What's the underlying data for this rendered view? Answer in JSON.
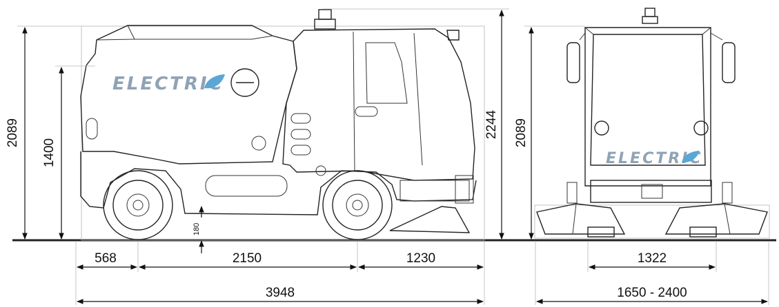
{
  "brand": {
    "badge_text": "ELECTRIC",
    "badge_color": "#8fa3b5",
    "leaf_color": "#5aa7d6"
  },
  "side_view": {
    "height_total": "2089",
    "height_body": "1400",
    "height_beacon": "2244",
    "ground_clearance": "180",
    "front_overhang": "568",
    "wheelbase": "2150",
    "rear_overhang": "1230",
    "overall_length": "3948"
  },
  "front_view": {
    "height_total": "2089",
    "track_width": "1322",
    "brush_width": "1650 - 2400"
  }
}
